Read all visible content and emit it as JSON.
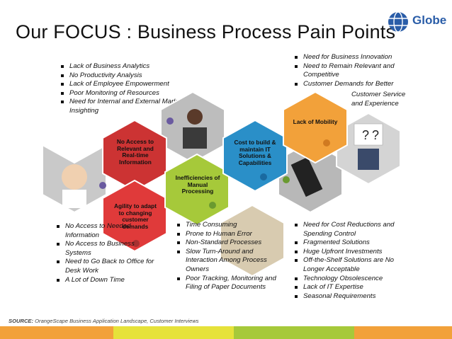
{
  "title": "Our FOCUS : Business Process Pain Points",
  "logo": {
    "text": "Globe",
    "brand_color": "#2a5da8"
  },
  "hexes": {
    "no_access": {
      "label": "No Access to Relevant and Real-time Information",
      "color": "#cc3333"
    },
    "agility": {
      "label": "Agility to adapt to changing customer demands",
      "color": "#e03a3a"
    },
    "inefficiencies": {
      "label": "Inefficiencies of Manual Processing",
      "color": "#a6c93a"
    },
    "cost": {
      "label": "Cost to build & maintain IT Solutions & Capabilities",
      "color": "#2a8fc8"
    },
    "mobility": {
      "label": "Lack of Mobility",
      "color": "#f2a13a"
    }
  },
  "lists": {
    "top_left": [
      "Lack of Business Analytics",
      "No Productivity Analysis",
      "Lack of Employee Empowerment",
      "Poor Monitoring of Resources",
      "Need for Internal and External Market Insighting"
    ],
    "top_right": [
      "Need for Business Innovation",
      "Need to Remain Relevant and Competitive",
      "Customer Demands for Better"
    ],
    "top_right_cont": "Customer Service and Experience",
    "bottom_left": [
      "No Access to Needed Information",
      "No Access to Business Systems",
      "Need to Go Back to Office for Desk Work",
      "A Lot of Down Time"
    ],
    "bottom_mid": [
      "Time Consuming",
      "Prone to Human Error",
      "Non-Standard Processes",
      "Slow Turn-Around and Interaction Among Process Owners",
      "Poor Tracking, Monitoring and Filing of Paper Documents"
    ],
    "bottom_right": [
      "Need for Cost Reductions and Spending Control",
      "Fragmented Solutions",
      "Huge Upfront Investments",
      "Off-the-Shelf Solutions are No Longer Acceptable",
      "Technology Obsolescence",
      "Lack of IT Expertise",
      "Seasonal Requirements"
    ]
  },
  "source": {
    "label": "SOURCE:",
    "text": " OrangeScape Business Application Landscape, Customer Interviews"
  },
  "colors": {
    "bar": [
      "#f2a13a",
      "#e6e23a",
      "#a6c93a",
      "#f2a13a"
    ]
  }
}
